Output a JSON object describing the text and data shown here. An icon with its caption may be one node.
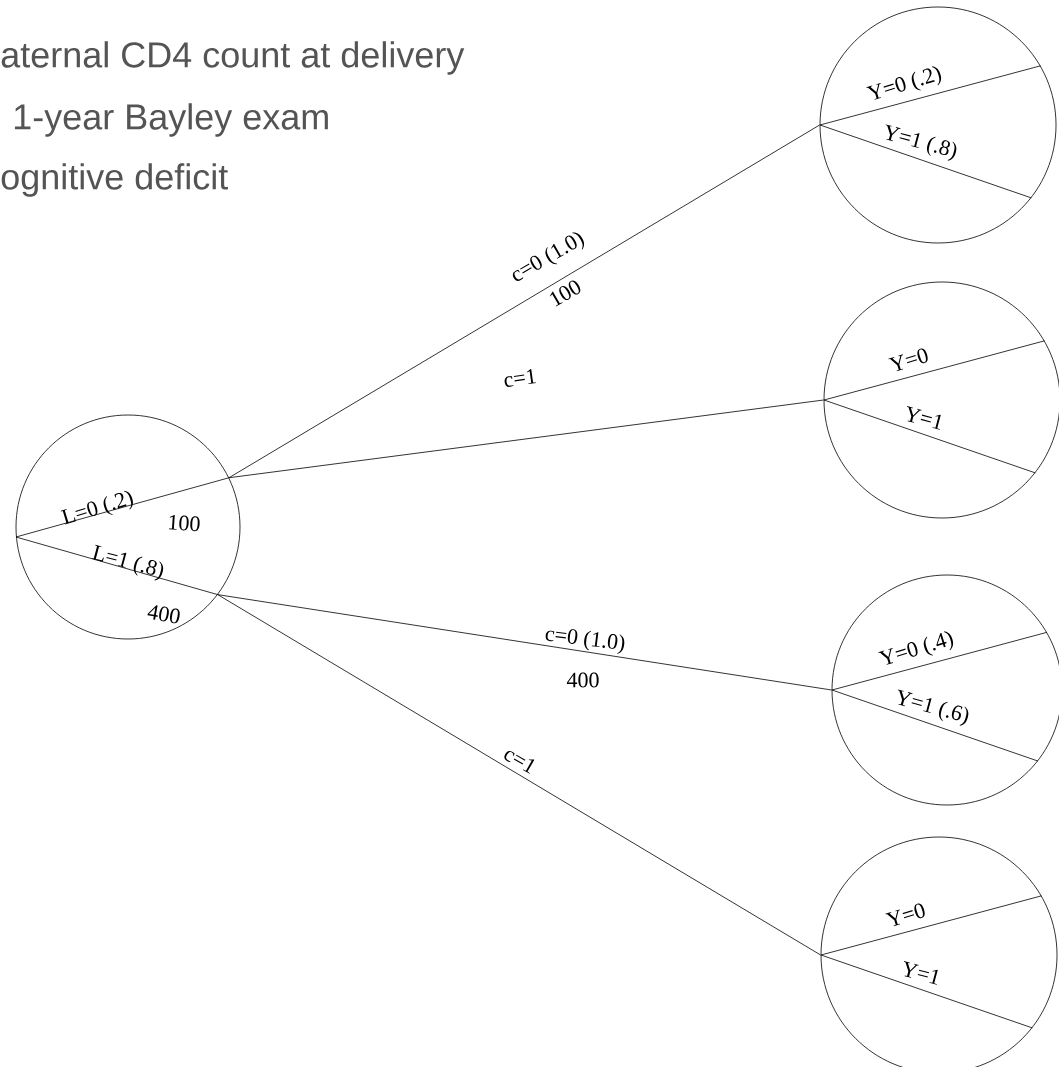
{
  "diagram": {
    "nodes": [
      {
        "text": [
          "L=0 (.2)",
          "100",
          "L=1 (.8)",
          "400"
        ]
      },
      {
        "text": [
          "Y=0 (.2)",
          "Y=1 (.8)"
        ]
      },
      {
        "text": [
          "Y=0",
          "Y=1"
        ]
      },
      {
        "text": [
          "Y=0 (.4)",
          "Y=1 (.6)"
        ]
      },
      {
        "text": [
          "Y=0",
          "Y=1"
        ]
      }
    ],
    "edges": [
      {
        "from": 0,
        "to": 1,
        "arrow": "none",
        "label": "c=0 (1.0)"
      },
      {
        "from": 0,
        "to": 2,
        "arrow": "none",
        "label": "c=1"
      },
      {
        "from": 0,
        "to": 3,
        "arrow": "none",
        "label": "c=0 (1.0)"
      },
      {
        "from": 0,
        "to": 4,
        "arrow": "none",
        "label": "c=1"
      }
    ],
    "labels": [
      "aternal CD4 count at delivery",
      "1-year Bayley exam",
      "ognitive deficit",
      "100",
      "400"
    ]
  }
}
